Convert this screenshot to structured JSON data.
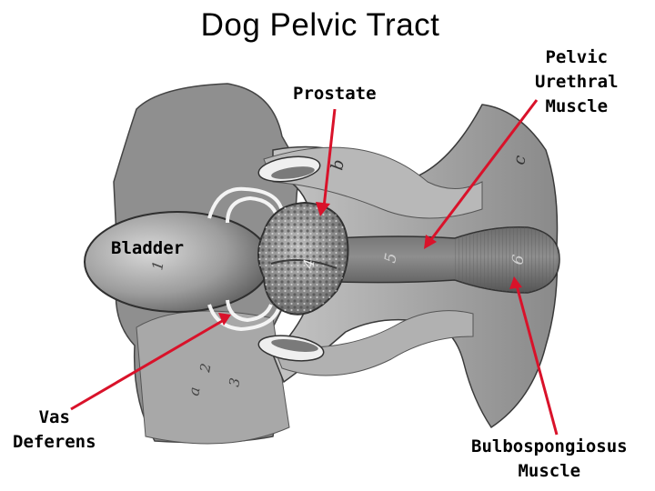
{
  "title": "Dog Pelvic Tract",
  "labels": {
    "prostate": "Prostate",
    "bladder": "Bladder",
    "pelvic_urethral_muscle": [
      "Pelvic",
      "Urethral",
      "Muscle"
    ],
    "vas_deferens": [
      "Vas",
      "Deferens"
    ],
    "bulbospongiosus_muscle": [
      "Bulbospongiosus",
      "Muscle"
    ]
  },
  "figure_markings": {
    "b": "b",
    "c": "c",
    "one": "1",
    "two": "2",
    "three": "3",
    "four": "4",
    "five": "5",
    "six": "6",
    "a": "a"
  },
  "colors": {
    "arrow": "#d9122a",
    "tissue_dark": "#6f6f6f",
    "tissue_mid": "#9a9a9a",
    "tissue_light": "#cfcfcf",
    "background": "#ffffff"
  }
}
